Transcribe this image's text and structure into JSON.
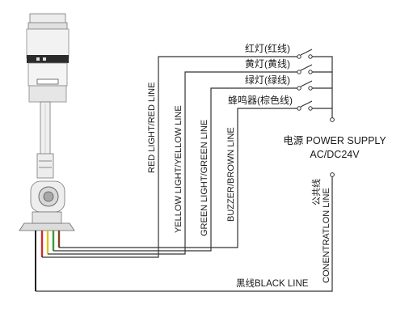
{
  "diagram": {
    "switch_labels": {
      "red": "红灯(红线)",
      "yellow": "黄灯(黄线)",
      "green": "绿灯(绿线)",
      "buzzer": "蜂鸣器(棕色线)"
    },
    "wire_labels": {
      "red": "RED LIGHT/RED LINE",
      "yellow": "YELLOW LIGHT/YELLOW LINE",
      "green": "GREEN LIGHT/GREEN LINE",
      "buzzer": "BUZZER/BROWN LINE",
      "black": "黑线BLACK LINE",
      "common_cn": "公共线",
      "common_en": "CONENTRATLON LINE"
    },
    "power": {
      "line1": "电源 POWER SUPPLY",
      "line2": "AC/DC24V"
    },
    "wire_colors": {
      "red": "#d42a2a",
      "yellow": "#e2c21c",
      "green": "#3a9a3a",
      "black": "#222222",
      "brown": "#7a4a22"
    }
  }
}
